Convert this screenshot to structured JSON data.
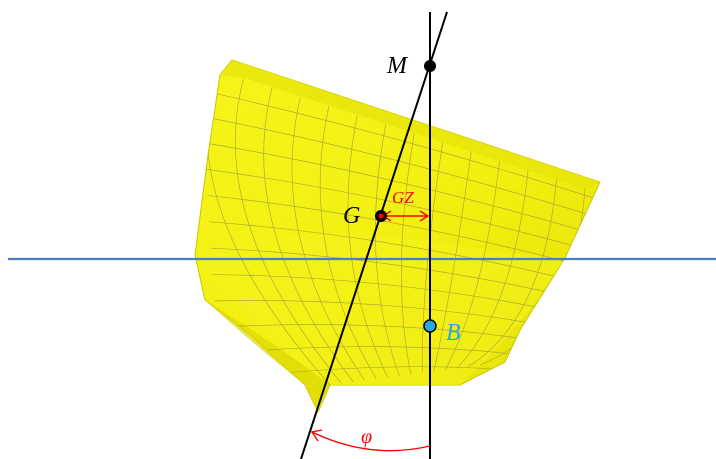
{
  "labels": {
    "metacenter": "M",
    "gravity": "G",
    "buoyancy": "B",
    "righting_arm": "GZ",
    "heel_angle": "φ"
  },
  "colors": {
    "hull_fill": "#f2f20a",
    "hull_shade": "#d9d600",
    "mesh": "#9c9a3a",
    "waterline": "#4a7fc0",
    "axis": "#000000",
    "accent": "#ff0000",
    "buoyancy_point": "#29a8e0"
  }
}
